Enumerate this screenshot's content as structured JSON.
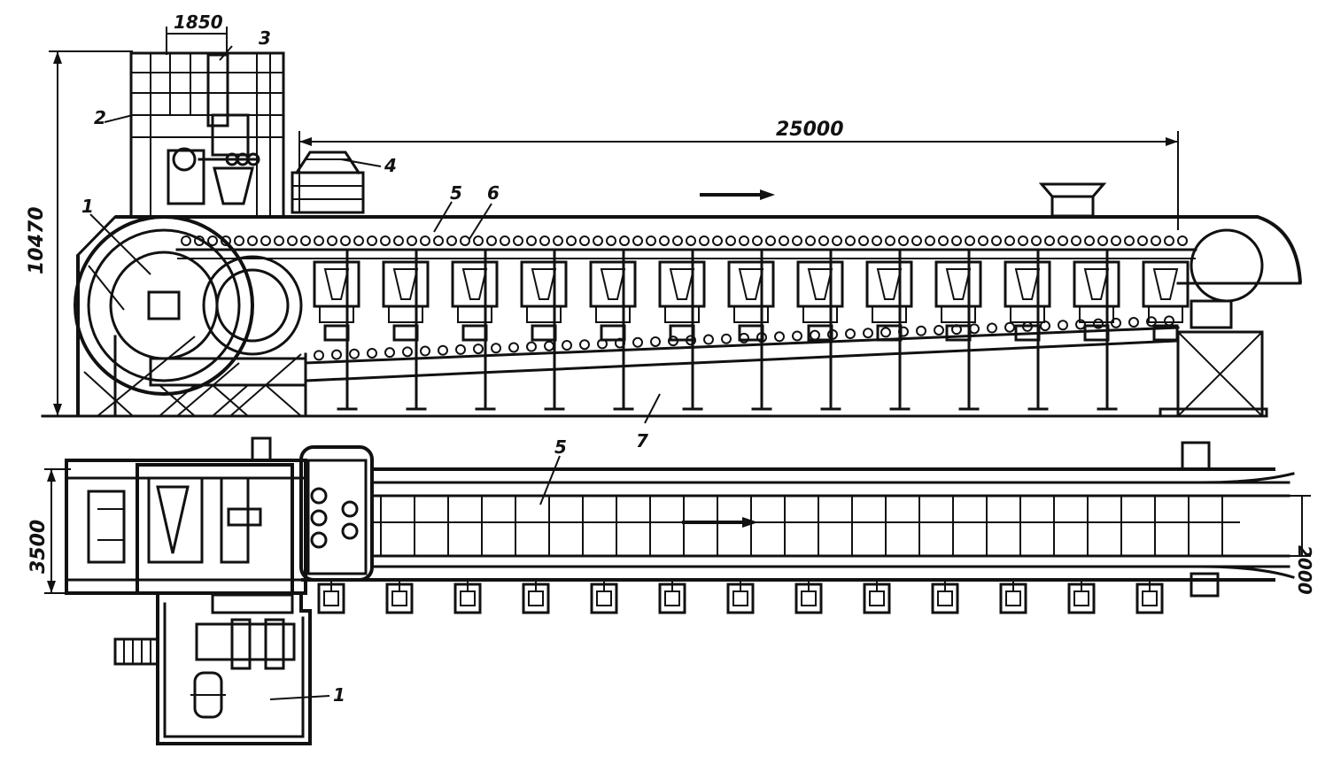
{
  "dimensions": {
    "top_width": "1850",
    "total_height": "10470",
    "length": "25000",
    "plan_width": "3500",
    "belt_width": "2000"
  },
  "labels": {
    "cooler": "1",
    "upper_frame": "2",
    "feeder": "3",
    "hopper": "4",
    "conveyor_top": "5",
    "rollers": "6",
    "base_beam": "7",
    "conveyor_plan": "5",
    "cooler_plan": "1"
  },
  "colors": {
    "ink": "#111111",
    "paper": "#ffffff"
  }
}
